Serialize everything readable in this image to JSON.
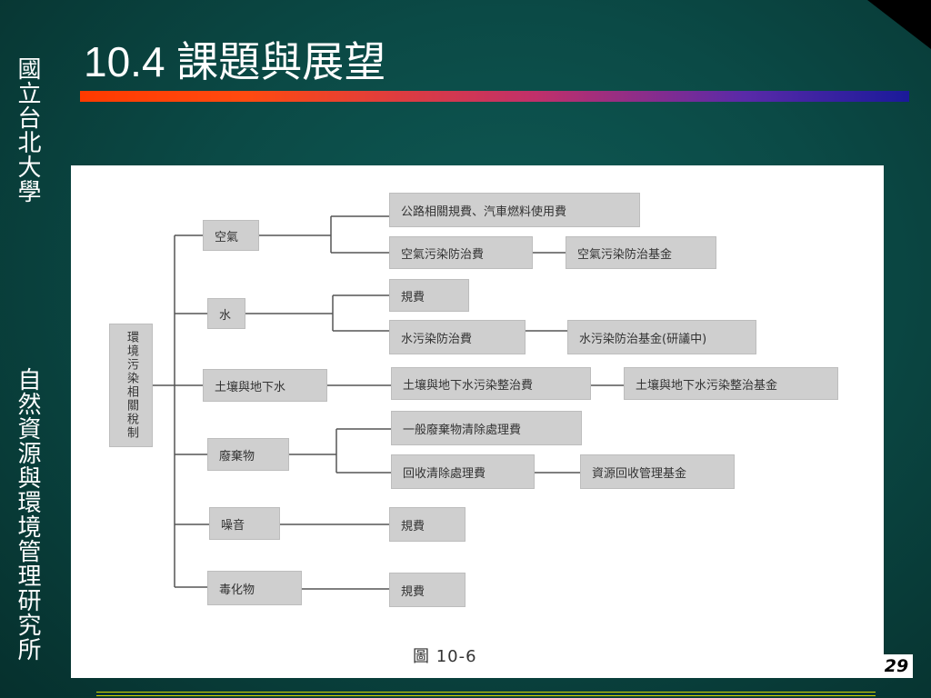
{
  "side": {
    "top": "國立台北大學",
    "bottom": "自然資源與環境管理研究所"
  },
  "slide": {
    "title": "10.4 課題與展望",
    "page_number": "29"
  },
  "diagram": {
    "root": "環境污染相關稅制",
    "categories": [
      "空氣",
      "水",
      "土壤與地下水",
      "廢棄物",
      "噪音",
      "毒化物"
    ],
    "fees": [
      "公路相關規費、汽車燃料使用費",
      "空氣污染防治費",
      "規費",
      "水污染防治費",
      "土壤與地下水污染整治費",
      "一般廢棄物清除處理費",
      "回收清除處理費",
      "規費",
      "規費"
    ],
    "funds": [
      "空氣污染防治基金",
      "水污染防治基金(研議中)",
      "土壤與地下水污染整治基金",
      "資源回收管理基金"
    ],
    "caption": "圖 10-6"
  }
}
